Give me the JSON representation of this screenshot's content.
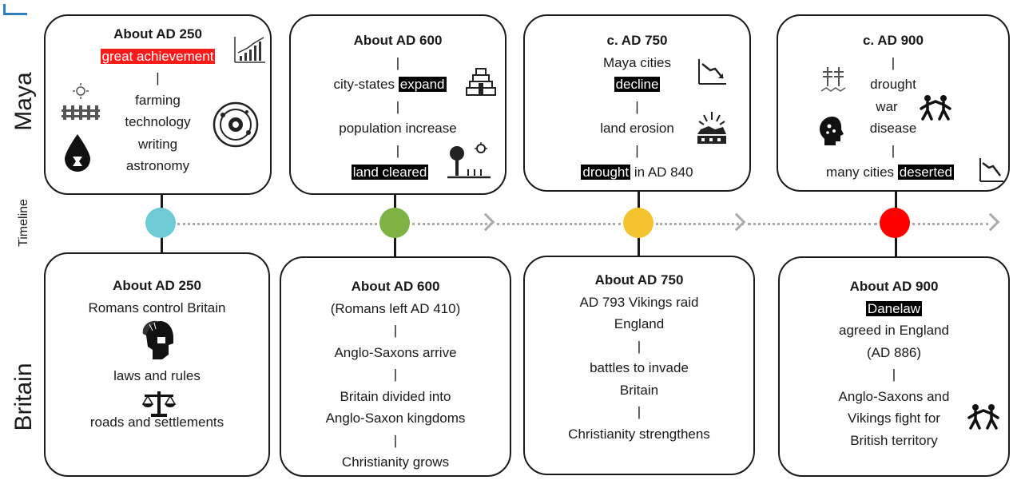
{
  "row_labels": {
    "maya": "Maya",
    "timeline": "Timeline",
    "britain": "Britain"
  },
  "colors": {
    "circle_1": "#6ecbd6",
    "circle_2": "#7cb342",
    "circle_3": "#f4c430",
    "circle_4": "#ff0000",
    "highlight_red": "#ff1a1a",
    "highlight_black": "#000000",
    "corner_accent": "#2f7fc0"
  },
  "maya": [
    {
      "date": "About AD 250",
      "highlight": "great achievement",
      "sep": "|",
      "items": [
        "farming",
        "technology",
        "writing",
        "astronomy"
      ],
      "icons": [
        "growth-chart-icon",
        "farm-fence-icon",
        "water-drop-icon",
        "astronomy-icon"
      ]
    },
    {
      "date": "About AD 600",
      "sep": "|",
      "pre": "city-states",
      "highlight1": "expand",
      "item2": "population increase",
      "highlight2": "land cleared",
      "icons": [
        "pyramid-icon",
        "cleared-land-icon"
      ]
    },
    {
      "date": "c. AD 750",
      "line1": "Maya cities",
      "highlight1": "decline",
      "item2": "land erosion",
      "highlight2": "drought",
      "post": "in AD 840",
      "sep": "|",
      "icons": [
        "decline-chart-icon",
        "erosion-icon"
      ]
    },
    {
      "date": "c. AD 900",
      "sep": "|",
      "items": [
        "drought",
        "war",
        "disease"
      ],
      "pre": "many cities",
      "highlight": "deserted",
      "icons": [
        "drought-icon",
        "fighting-icon",
        "disease-head-icon",
        "decline-chart-icon"
      ]
    }
  ],
  "britain": [
    {
      "date": "About AD 250",
      "line1": "Romans control Britain",
      "item2": "laws and rules",
      "item3": "roads and settlements",
      "icons": [
        "roman-helmet-icon",
        "scales-icon"
      ]
    },
    {
      "date": "About AD 600",
      "sep": "|",
      "lines": [
        "(Romans left AD 410)",
        "Anglo-Saxons arrive",
        "Britain divided into",
        "Anglo-Saxon kingdoms",
        "Christianity grows"
      ]
    },
    {
      "date": "About AD 750",
      "sep": "|",
      "lines": [
        "AD 793 Vikings raid",
        "England",
        "battles to invade",
        "Britain",
        "Christianity strengthens"
      ]
    },
    {
      "date": "About AD 900",
      "sep": "|",
      "highlight": "Danelaw",
      "lines": [
        "agreed in England",
        "(AD 886)",
        "Anglo-Saxons and",
        "Vikings fight for",
        "British territory"
      ],
      "icons": [
        "fighting-icon"
      ]
    }
  ]
}
